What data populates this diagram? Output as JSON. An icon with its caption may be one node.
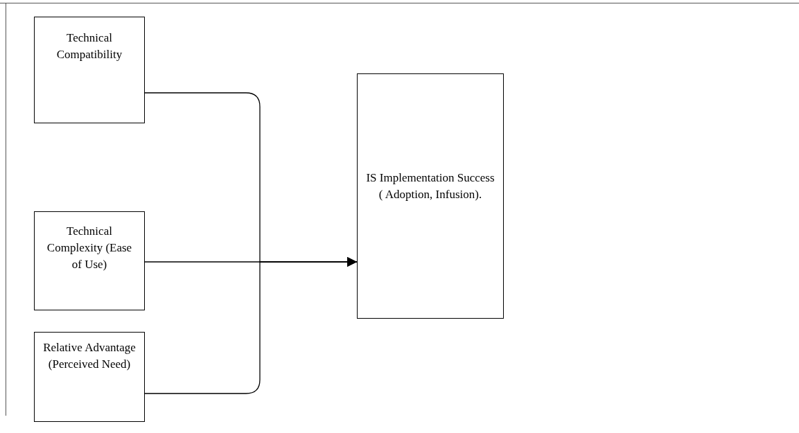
{
  "diagram": {
    "nodes": [
      {
        "text": [
          "Technical Compatibility"
        ]
      },
      {
        "text": [
          "Technical Complexity (Ease of Use)"
        ]
      },
      {
        "text": [
          "Relative Advantage (Perceived Need)"
        ]
      },
      {
        "text": [
          "IS Implementation Success ( Adoption, Infusion)."
        ]
      }
    ],
    "edges": [
      {
        "from": 0,
        "to": 3,
        "arrow": "to"
      },
      {
        "from": 1,
        "to": 3,
        "arrow": "to"
      },
      {
        "from": 2,
        "to": 3,
        "arrow": "to"
      }
    ]
  }
}
